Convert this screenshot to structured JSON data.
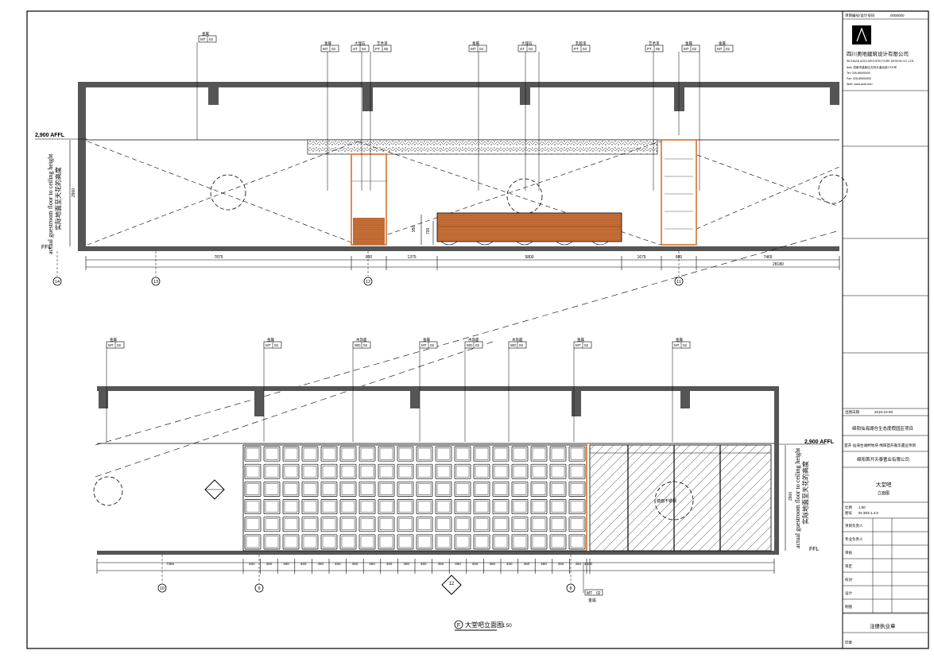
{
  "title_block": {
    "project_no_label": "项目编号/设计号码",
    "project_no_value": "0000000",
    "firm_name_cn": "四川奥地建筑设计有限公司",
    "firm_name_en": "SICHUAN AODI ARCHITECTURE DESIGN CO.,LTD",
    "firm_address": "Add: 成都市高新区天府大道北段1700号",
    "firm_tel": "Tel: 028-85000000",
    "firm_fax": "Fax: 028-85000000",
    "firm_web": "Web: www.aodi.com",
    "date_label": "出图日期",
    "date_value": "2015-10-00",
    "project_name": "绵阳仙海湖仓生态度假园区项目",
    "project_sub": "首开·仙海生湖畔地块 绵阳首开嘉华置业项目",
    "client": "绵阳首开天泰置业有限公司",
    "drawing_title": "大堂吧",
    "drawing_sub": "立面图",
    "scale_label": "比例",
    "scale_value": "1:50",
    "sheet_label": "图号",
    "sheet_value": "ID-303-1.4.0",
    "sign_rows": [
      "项目负责人",
      "专业负责人",
      "审核",
      "审定",
      "校对",
      "设计",
      "制图"
    ],
    "seal_label": "注册执业章",
    "stamp_label": "印章"
  },
  "elevation_upper": {
    "level_text": "2,900 AFFL",
    "height_value": "2900",
    "ffl_label": "FFL",
    "vertical_note_cn": "实际地面至天花的高度",
    "vertical_note_en": "actual guestroom floor to ceiling height",
    "dims": [
      "7875",
      "600",
      "1375",
      "5800",
      "1675",
      "600",
      "7465"
    ],
    "overall_dim": "28180",
    "bar_height_dims": [
      "950",
      "700"
    ],
    "grid_labels": [
      "14",
      "13",
      "12",
      "11"
    ],
    "tags": [
      {
        "cn": "金属",
        "code": "MT",
        "num": "02"
      },
      {
        "cn": "金属",
        "code": "MT",
        "num": "02"
      },
      {
        "cn": "大理石",
        "code": "ST",
        "num": "04"
      },
      {
        "cn": "艺术漆",
        "code": "PT",
        "num": "05"
      },
      {
        "cn": "金属",
        "code": "MT",
        "num": "04"
      },
      {
        "cn": "大理石",
        "code": "ST",
        "num": "04"
      },
      {
        "cn": "乳胶漆",
        "code": "PT",
        "num": "03"
      },
      {
        "cn": "艺术漆",
        "code": "PT",
        "num": "05"
      },
      {
        "cn": "金属",
        "code": "MT",
        "num": "02"
      },
      {
        "cn": "金属",
        "code": "MT",
        "num": "02"
      }
    ]
  },
  "elevation_lower": {
    "level_text": "2,900 AFFL",
    "height_value": "2900",
    "ffl_label": "FFL",
    "vertical_note_cn": "实际地面至天花的高度",
    "vertical_note_en": "actual guestroom floor to ceiling height",
    "dims": [
      "7465",
      "450",
      "450",
      "450",
      "450",
      "450",
      "450",
      "450",
      "450",
      "450",
      "450",
      "450",
      "450",
      "450",
      "450",
      "450",
      "450",
      "450",
      "450",
      "450",
      "450",
      "4600"
    ],
    "grid_labels": [
      "10",
      "9",
      "8"
    ],
    "section_marker": "12",
    "mirror_note": "镜面不锈钢",
    "tags": [
      {
        "cn": "金属",
        "code": "MT",
        "num": "02"
      },
      {
        "cn": "金属",
        "code": "MT",
        "num": "02"
      },
      {
        "cn": "木饰面",
        "code": "WD",
        "num": "02"
      },
      {
        "cn": "金属",
        "code": "MT",
        "num": "02"
      },
      {
        "cn": "木饰面",
        "code": "WD",
        "num": "02"
      },
      {
        "cn": "木饰面",
        "code": "WD",
        "num": "02"
      },
      {
        "cn": "金属",
        "code": "MT",
        "num": "02"
      },
      {
        "cn": "金属",
        "code": "MT",
        "num": "02"
      }
    ],
    "bottom_tag": {
      "cn": "金属",
      "code": "MT",
      "num": "02"
    }
  },
  "caption": {
    "marker": "F",
    "text": "大堂吧立面图",
    "scale": "1:50"
  },
  "colors": {
    "line": "#000000",
    "accent": "#d2691e",
    "wood": "#c8703a",
    "wall": "#555555"
  }
}
